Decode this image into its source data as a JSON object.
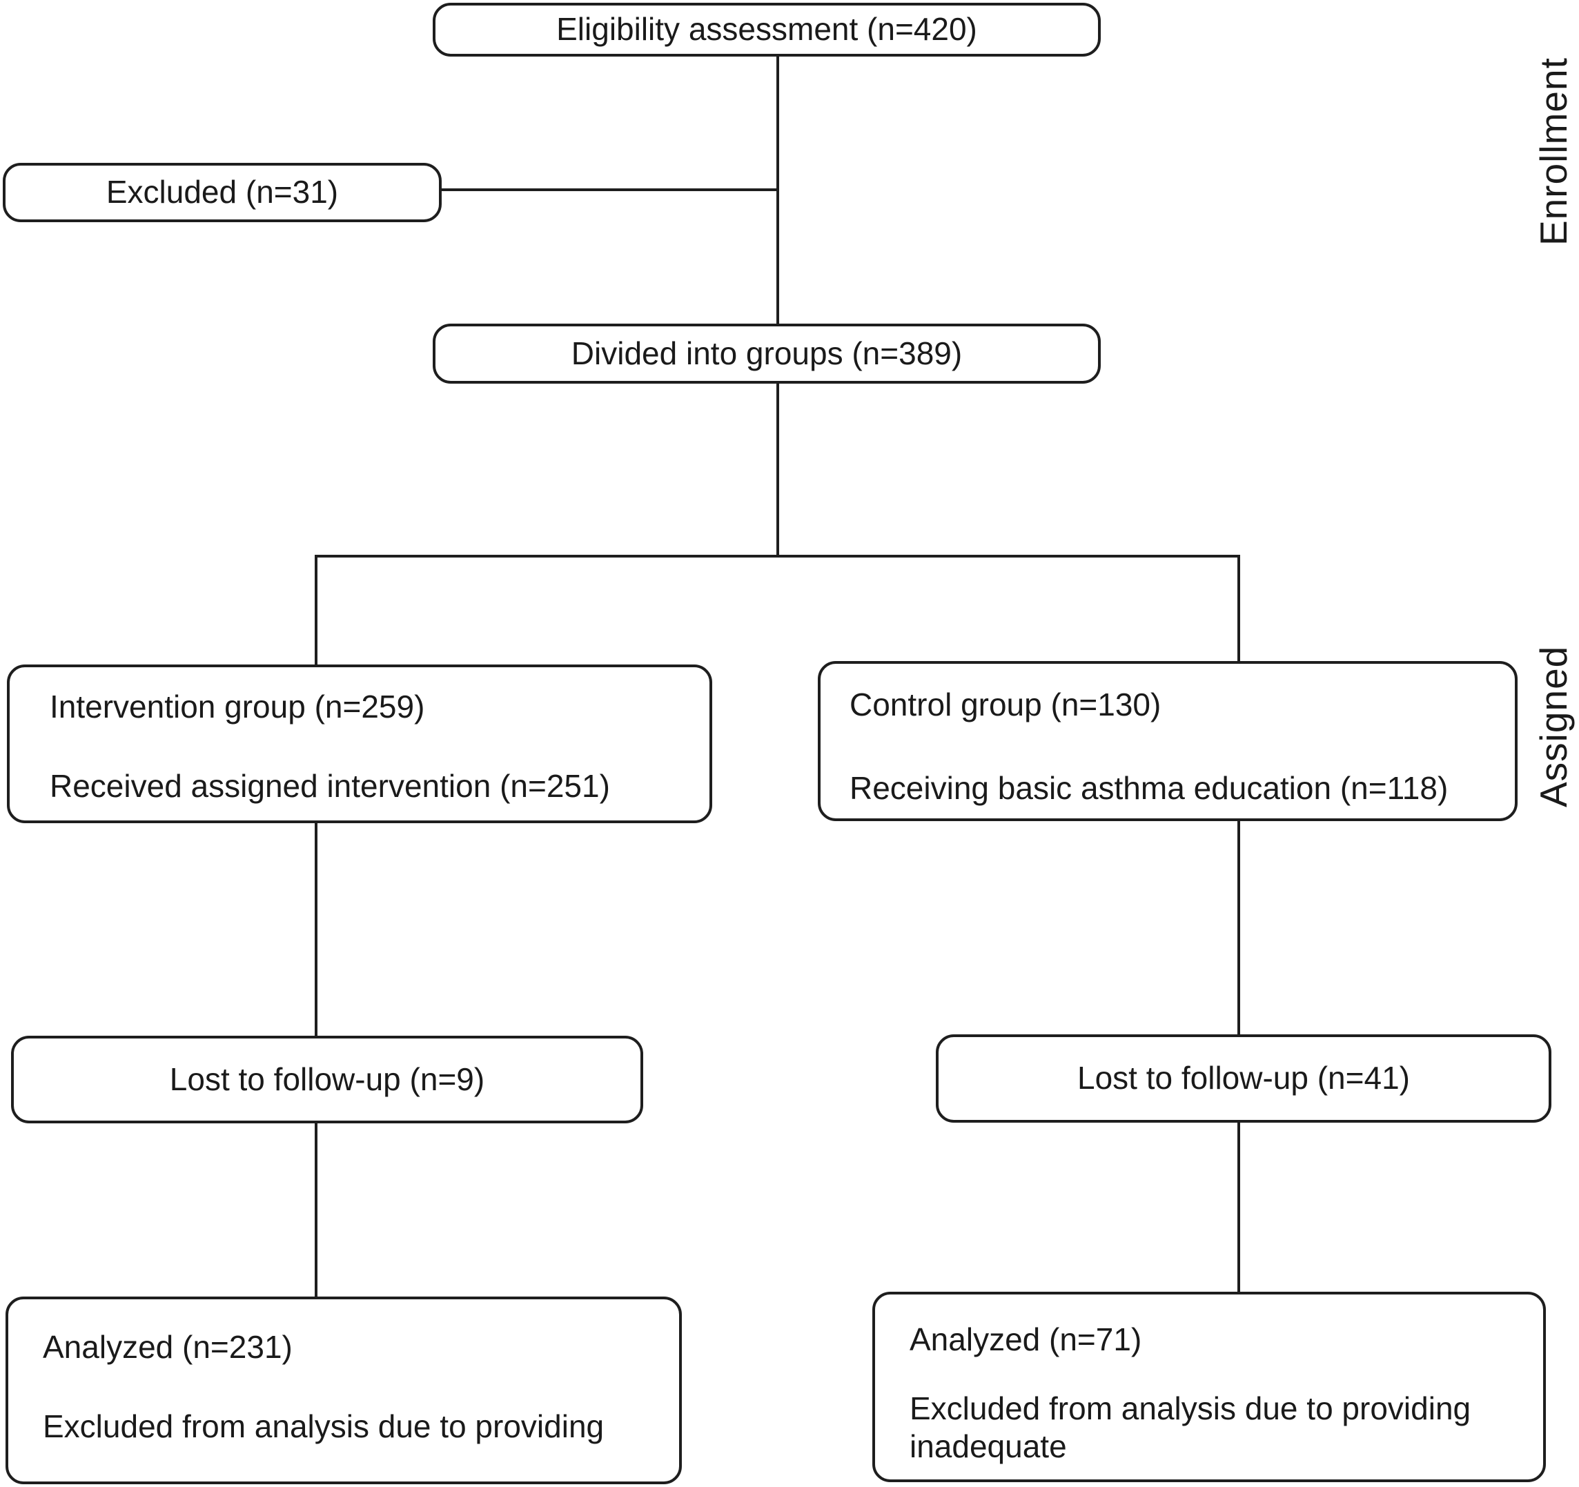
{
  "figure": {
    "stages": {
      "enrollment": "Enrollment",
      "assigned": "Assigned"
    },
    "nodes": {
      "eligibility": {
        "text": "Eligibility assessment (n=420)"
      },
      "excluded": {
        "text": "Excluded (n=31)"
      },
      "divided": {
        "text": "Divided into groups (n=389)"
      },
      "intervention": {
        "line1": "Intervention group (n=259)",
        "line2": "Received assigned intervention (n=251)"
      },
      "control": {
        "line1": "Control group (n=130)",
        "line2": "Receiving basic asthma education (n=118)"
      },
      "lost_intervention": {
        "text": "Lost to follow-up (n=9)"
      },
      "lost_control": {
        "text": "Lost to follow-up (n=41)"
      },
      "analyzed_intervention": {
        "line1": "Analyzed (n=231)",
        "line2": "Excluded from analysis due to providing"
      },
      "analyzed_control": {
        "line1": "Analyzed (n=71)",
        "line2": "Excluded from analysis due to providing inadequate"
      }
    },
    "colors": {
      "stroke": "#1e1e1e",
      "text": "#1a1a1a",
      "background": "#ffffff"
    }
  }
}
